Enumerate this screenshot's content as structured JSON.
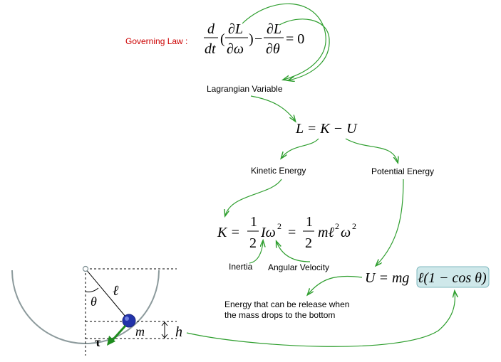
{
  "governing_law": {
    "label": "Governing Law :",
    "d_num": "d",
    "d_den": "dt",
    "open_paren": "(",
    "dL_num_1": "∂L",
    "dL_den_1": "∂ω",
    "close_paren": ")",
    "minus": "−",
    "dL_num_2": "∂L",
    "dL_den_2": "∂θ",
    "equals_zero": "= 0"
  },
  "lagrangian_variable_label": "Lagrangian Variable",
  "lagrangian_equation": "L = K − U",
  "kinetic_energy_label": "Kinetic Energy",
  "potential_energy_label": "Potential Energy",
  "kinetic_formula": {
    "lhs": "K =",
    "frac1_num": "1",
    "frac1_den": "2",
    "mid": "Iω",
    "mid_exp": "2",
    "equals": "=",
    "frac2_num": "1",
    "frac2_den": "2",
    "tail": "mℓ",
    "tail_exp1": "2",
    "tail_w": "ω",
    "tail_exp2": "2"
  },
  "inertia_label": "Inertia",
  "angular_velocity_label": "Angular Velocity",
  "potential_formula": {
    "lhs": "U = mg",
    "highlighted": "ℓ(1 − cos θ)"
  },
  "energy_note": {
    "line1": "Energy that can be release when",
    "line2": "the mass drops to the bottom"
  },
  "pendulum": {
    "length_symbol": "ℓ",
    "angle_symbol": "θ",
    "mass_symbol": "m",
    "height_symbol": "h",
    "torque_symbol": "τ"
  },
  "colors": {
    "governing_label": "#cc0000",
    "arrow_green": "#2e9e2e",
    "torque_green": "#1e8c1e",
    "highlight_fill": "#cfe8ea",
    "highlight_stroke": "#7fb8bf",
    "bob_blue": "#2233aa",
    "arc_gray": "#8c9a9c",
    "text": "#000000"
  }
}
